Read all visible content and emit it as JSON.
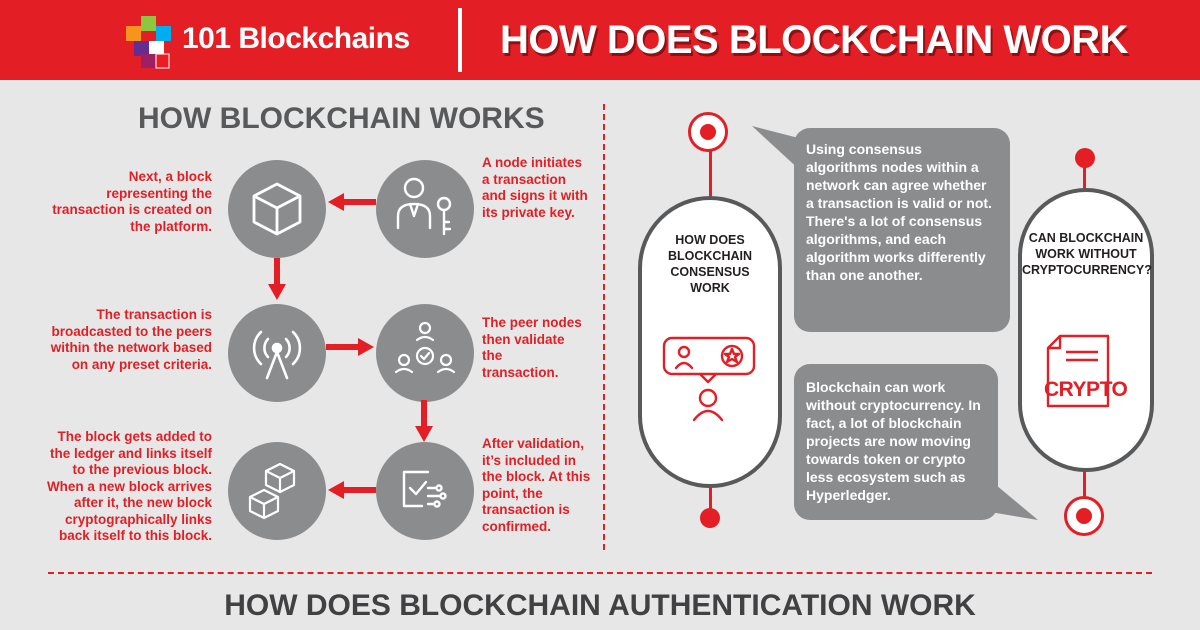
{
  "header": {
    "brand": "101 Blockchains",
    "title": "HOW DOES BLOCKCHAIN WORK"
  },
  "left_panel": {
    "title": "HOW BLOCKCHAIN WORKS",
    "steps": [
      {
        "text": "A node initiates a transaction and signs it with its private key.",
        "icon": "user-key-icon"
      },
      {
        "text": "Next, a block representing the transaction is created on the platform.",
        "icon": "cube-icon"
      },
      {
        "text": "The transaction is broadcasted to the peers within the network based on any preset criteria.",
        "icon": "broadcast-antenna-icon"
      },
      {
        "text": "The peer nodes then validate the transaction.",
        "icon": "peer-network-icon"
      },
      {
        "text": "After validation, it’s included in the block. At this point, the transaction is confirmed.",
        "icon": "validation-circuit-icon"
      },
      {
        "text": "The block gets added to the ledger and links itself to the previous block. When a new block arrives after it, the new block cryptographically links back itself to this block.",
        "icon": "linked-blocks-icon"
      }
    ]
  },
  "right_panel": {
    "consensus": {
      "title": "HOW DOES BLOCKCHAIN CONSENSUS WORK",
      "bubble": "Using consensus algorithms nodes within a network can agree whether a transaction is valid or not. There's a lot of consensus algorithms, and each algorithm works differently than one another."
    },
    "crypto": {
      "title": "CAN BLOCKCHAIN WORK WITHOUT CRYPTOCURRENCY?",
      "bubble": "Blockchain can work without cryptocurrency. In fact, a lot of blockchain projects are now moving towards token or crypto less ecosystem such as Hyperledger.",
      "badge": "CRYPTO"
    }
  },
  "footer": {
    "title": "HOW DOES BLOCKCHAIN AUTHENTICATION WORK"
  },
  "colors": {
    "brand_red": "#e31e24",
    "circle_gray": "#8b8c8e",
    "title_gray": "#58595b",
    "background": "#e7e7e7"
  }
}
